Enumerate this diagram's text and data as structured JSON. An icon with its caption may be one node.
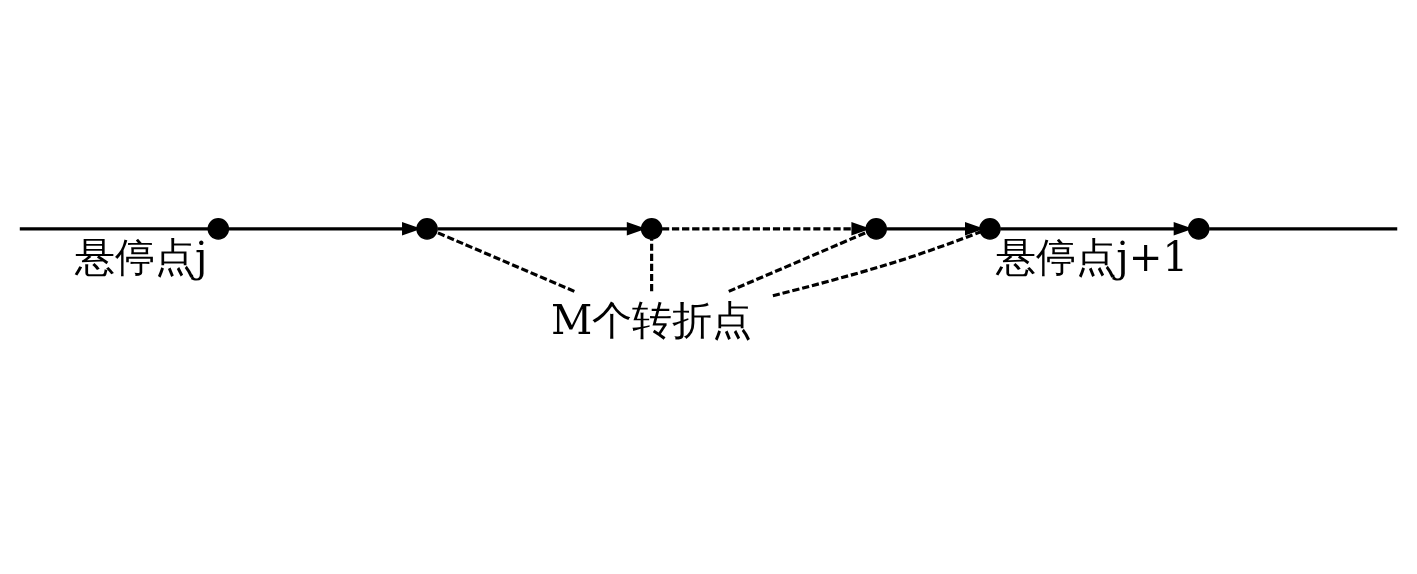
{
  "diagram": {
    "nodes": [
      {
        "text": [],
        "shape": "circle",
        "beside": [
          "悬停点j"
        ]
      },
      {
        "text": [],
        "shape": "circle"
      },
      {
        "text": [],
        "shape": "circle"
      },
      {
        "text": [],
        "shape": "circle"
      },
      {
        "text": [],
        "shape": "circle"
      },
      {
        "text": [],
        "shape": "circle",
        "beside": [
          "悬停点j+1"
        ]
      },
      {
        "text": [
          "M个转折点"
        ]
      }
    ],
    "edges": [
      {
        "from": null,
        "to": 0,
        "arrow": "none"
      },
      {
        "from": 0,
        "to": 1,
        "arrow": "to"
      },
      {
        "from": 1,
        "to": 2,
        "arrow": "to"
      },
      {
        "from": 2,
        "to": 3,
        "arrow": "to",
        "style": "dashed"
      },
      {
        "from": 3,
        "to": 4,
        "arrow": "to"
      },
      {
        "from": 4,
        "to": 5,
        "arrow": "to"
      },
      {
        "from": 5,
        "to": null,
        "arrow": "none"
      },
      {
        "from": 6,
        "to": 1,
        "arrow": "none",
        "style": "dashed"
      },
      {
        "from": 6,
        "to": 2,
        "arrow": "none",
        "style": "dashed"
      },
      {
        "from": 6,
        "to": 3,
        "arrow": "none",
        "style": "dashed"
      },
      {
        "from": 6,
        "to": 4,
        "arrow": "none",
        "style": "dashed"
      }
    ]
  }
}
